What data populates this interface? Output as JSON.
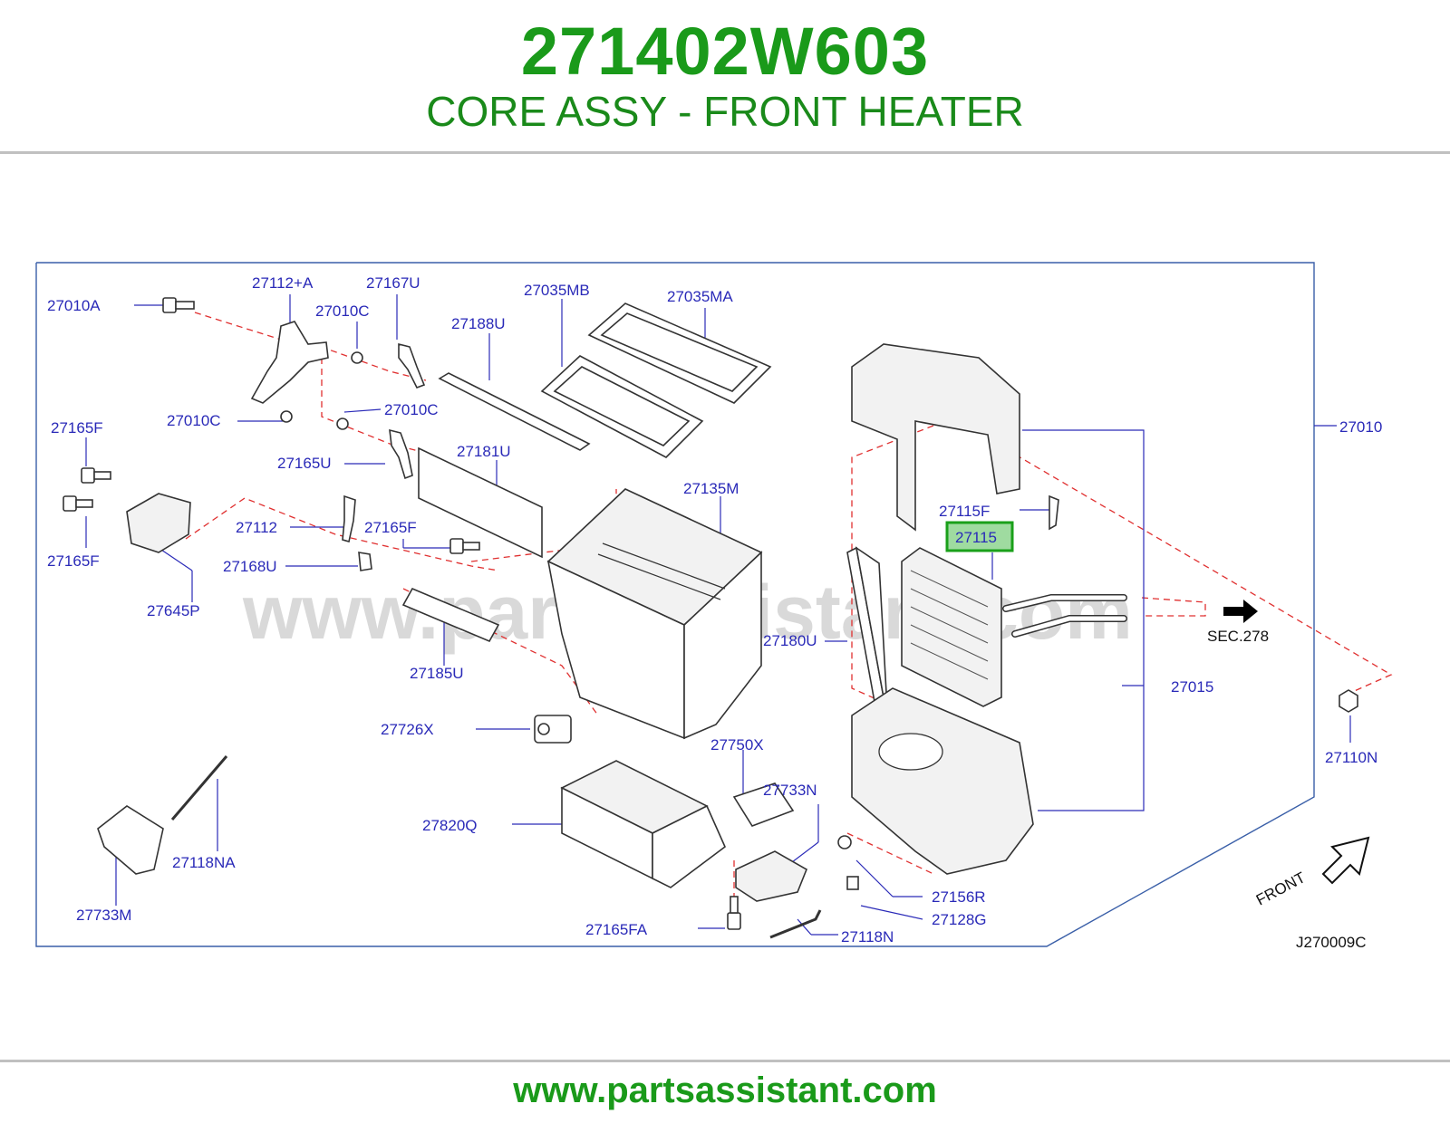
{
  "header": {
    "part_number": "271402W603",
    "title": "CORE ASSY - FRONT HEATER"
  },
  "footer": {
    "url": "www.partsassistant.com"
  },
  "watermark": "www.partsassistant.com",
  "colors": {
    "header_green": "#1a9a1a",
    "label_blue": "#2a2ab8",
    "highlight_green": "#1aa01a",
    "highlight_fill": "#9fdba0",
    "dash_red": "#e03030"
  },
  "diagram": {
    "drawing_code": "J270009C",
    "sec_ref": "SEC.278",
    "front_label": "FRONT",
    "highlighted_part": "27115",
    "labels": {
      "l27010A": "27010A",
      "l27112A": "27112+A",
      "l27167U": "27167U",
      "l27010C_a": "27010C",
      "l27188U": "27188U",
      "l27035MB": "27035MB",
      "l27035MA": "27035MA",
      "l27010C_b": "27010C",
      "l27010C_c": "27010C",
      "l27165F_a": "27165F",
      "l27165U": "27165U",
      "l27181U": "27181U",
      "l27135M": "27135M",
      "l27112": "27112",
      "l27165F_b": "27165F",
      "l27165F_c": "27165F",
      "l27168U": "27168U",
      "l27645P": "27645P",
      "l27185U": "27185U",
      "l27180U": "27180U",
      "l27726X": "27726X",
      "l27750X": "27750X",
      "l27733N": "27733N",
      "l27820Q": "27820Q",
      "l27118NA": "27118NA",
      "l27733M": "27733M",
      "l27165FA": "27165FA",
      "l27118N": "27118N",
      "l27128G": "27128G",
      "l27156R": "27156R",
      "l27110N": "27110N",
      "l27015": "27015",
      "l27010": "27010",
      "l27115F": "27115F"
    }
  }
}
